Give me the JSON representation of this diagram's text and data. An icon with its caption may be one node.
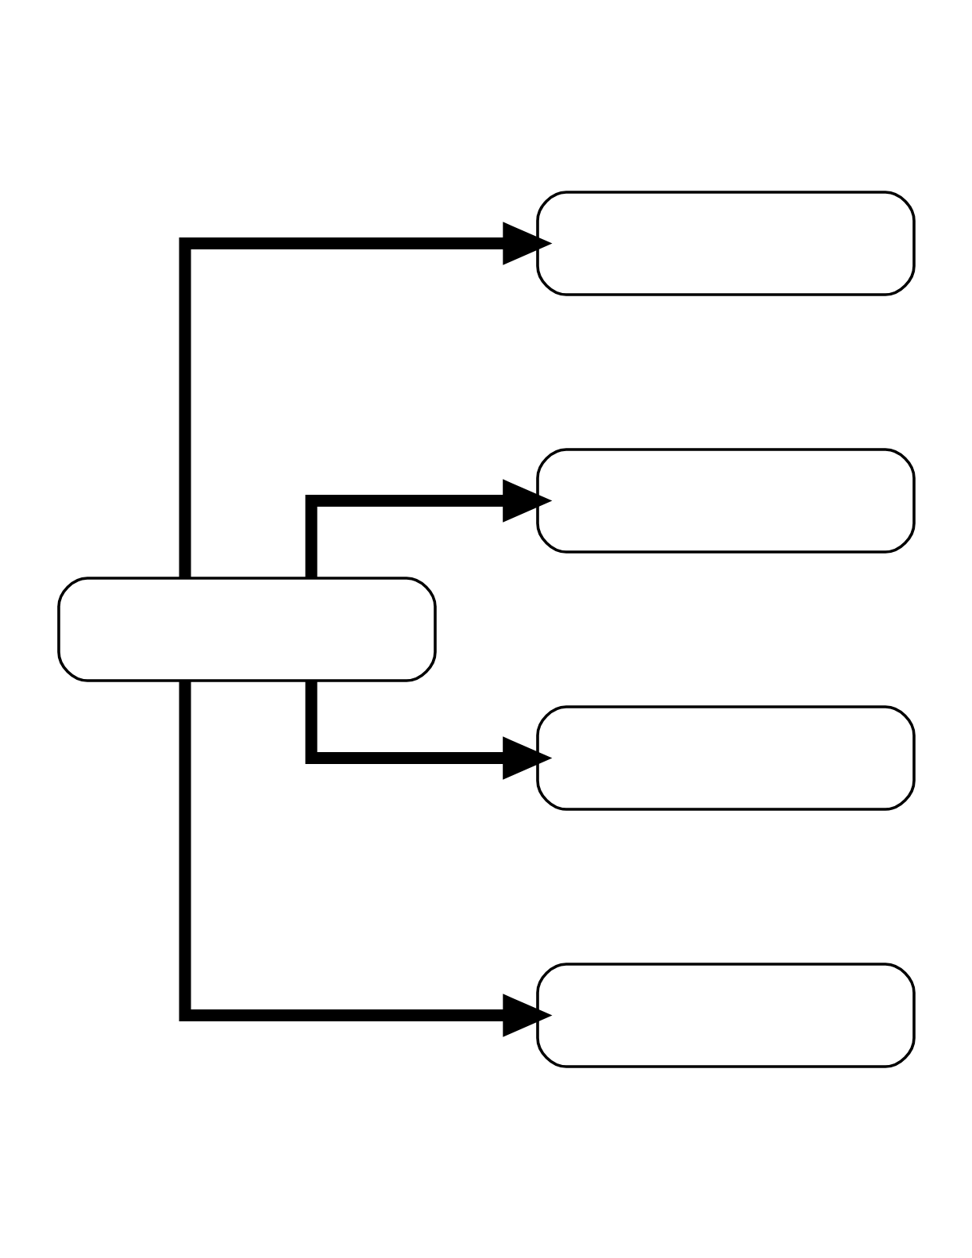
{
  "diagram": {
    "nodes": [
      {
        "text": [],
        "shape": "box"
      },
      {
        "text": [],
        "shape": "box"
      },
      {
        "text": [],
        "shape": "box"
      },
      {
        "text": [],
        "shape": "box"
      },
      {
        "text": [],
        "shape": "box"
      }
    ],
    "edges": [
      {
        "from": 0,
        "to": 1,
        "arrow": "to"
      },
      {
        "from": 0,
        "to": 2,
        "arrow": "to"
      },
      {
        "from": 0,
        "to": 3,
        "arrow": "to"
      },
      {
        "from": 0,
        "to": 4,
        "arrow": "to"
      }
    ]
  }
}
